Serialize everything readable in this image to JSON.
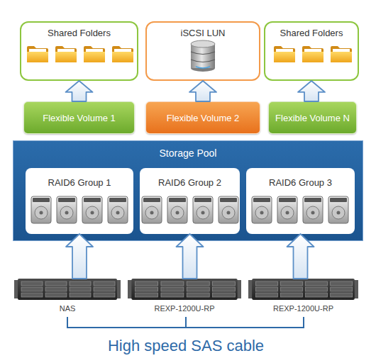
{
  "diagram": {
    "nodes": [
      {
        "text": [
          "Shared Folders"
        ]
      },
      {
        "text": [
          "iSCSI LUN"
        ]
      },
      {
        "text": [
          "Shared Folders"
        ]
      },
      {
        "text": [
          "Flexible Volume 1"
        ]
      },
      {
        "text": [
          "Flexible Volume 2"
        ]
      },
      {
        "text": [
          "Flexible Volume N"
        ]
      },
      {
        "text": [
          "Storage Pool"
        ]
      },
      {
        "text": [
          "RAID6 Group 1"
        ],
        "in": 6
      },
      {
        "text": [
          "RAID6 Group 2"
        ],
        "in": 6
      },
      {
        "text": [
          "RAID6 Group 3"
        ],
        "in": 6
      },
      {
        "text": [
          "NAS"
        ]
      },
      {
        "text": [
          "REXP-1200U-RP"
        ]
      },
      {
        "text": [
          "REXP-1200U-RP"
        ]
      }
    ],
    "edges": [
      {
        "from": 3,
        "to": 0,
        "arrow": "to"
      },
      {
        "from": 4,
        "to": 1,
        "arrow": "to"
      },
      {
        "from": 5,
        "to": 2,
        "arrow": "to"
      },
      {
        "from": 10,
        "to": 7,
        "arrow": "to"
      },
      {
        "from": 11,
        "to": 8,
        "arrow": "to"
      },
      {
        "from": 12,
        "to": 9,
        "arrow": "to"
      }
    ],
    "labels": [
      "High speed SAS cable"
    ]
  }
}
